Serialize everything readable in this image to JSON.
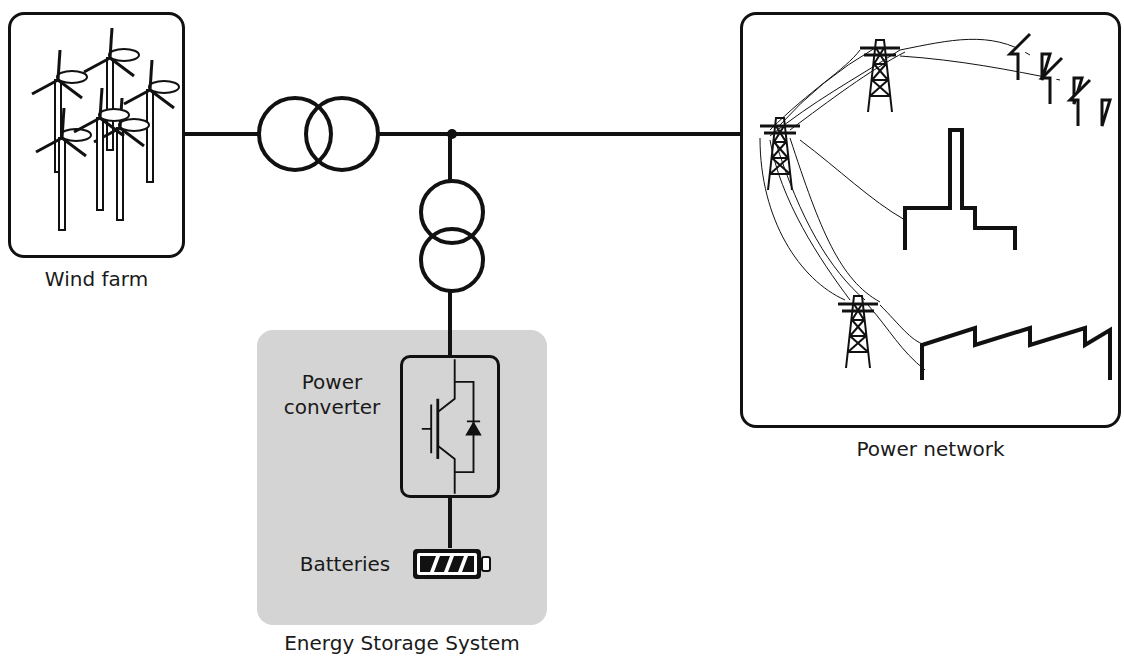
{
  "diagram": {
    "nodes": [
      {
        "text": [
          "Wind farm"
        ]
      },
      {
        "text": [
          "Energy Storage System"
        ]
      },
      {
        "text": [
          "Power converter"
        ],
        "in": 1
      },
      {
        "text": [
          "Batteries"
        ],
        "in": 1
      },
      {
        "text": [
          "Power network"
        ]
      }
    ],
    "edges": [
      {
        "from": 0,
        "to": 4,
        "arrow": "none"
      },
      {
        "from": 2,
        "to": 4,
        "arrow": "none"
      },
      {
        "from": 2,
        "to": 3,
        "arrow": "none"
      }
    ]
  }
}
